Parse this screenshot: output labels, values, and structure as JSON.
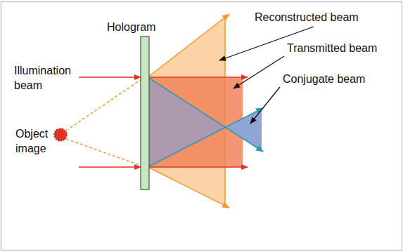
{
  "diagram": {
    "labels": [
      "Hologram",
      "Illumination beam",
      "Object image",
      "Reconstructed beam",
      "Transmitted beam",
      "Conjugate beam"
    ]
  }
}
